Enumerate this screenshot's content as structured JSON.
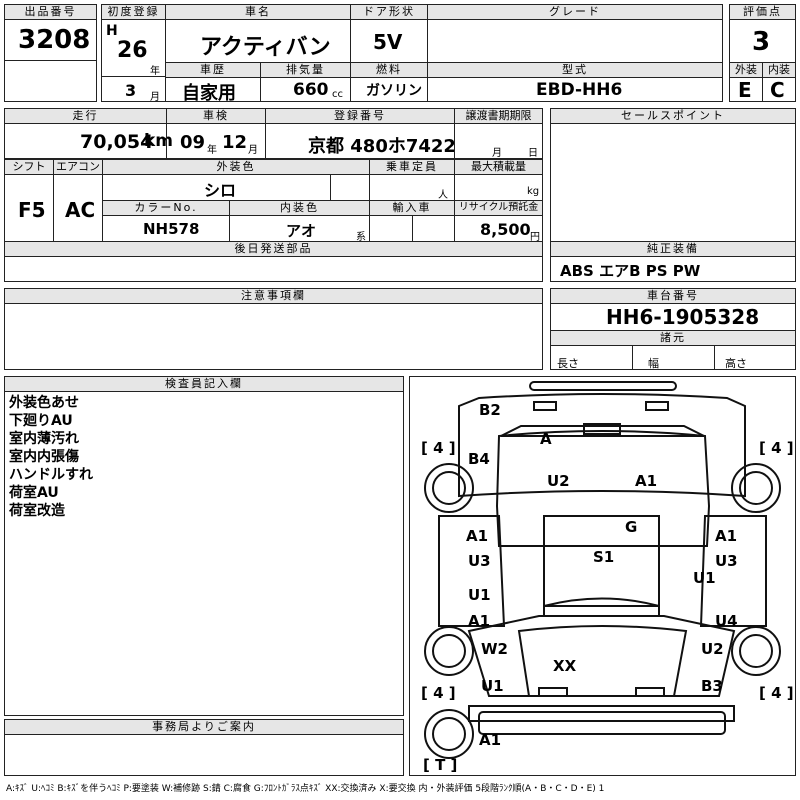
{
  "header": {
    "lot_label": "出品番号",
    "lot": "3208",
    "first_reg_label": "初度登録",
    "era": "H",
    "year": "26",
    "year_unit": "年",
    "month": "3",
    "month_unit": "月",
    "car_name_label": "車名",
    "car_name": "アクティバン",
    "door_label": "ドア形状",
    "door": "5V",
    "grade_label": "グレード",
    "grade": "",
    "score_label": "評価点",
    "score": "3",
    "history_label": "車歴",
    "history": "自家用",
    "displacement_label": "排気量",
    "displacement": "660",
    "cc": "cc",
    "fuel_label": "燃料",
    "fuel": "ガソリン",
    "model_label": "型式",
    "model": "EBD-HH6",
    "exterior_label": "外装",
    "exterior": "E",
    "interior_label": "内装",
    "interior": "C"
  },
  "row2": {
    "mileage_label": "走行",
    "mileage": "70,054",
    "km": "km",
    "inspection_label": "車検",
    "insp_year": "09",
    "insp_year_unit": "年",
    "insp_month": "12",
    "insp_month_unit": "月",
    "plate_label": "登録番号",
    "plate": "京都 480ホ7422",
    "transfer_label": "譲渡書期期限",
    "transfer_month_unit": "月",
    "transfer_day_unit": "日",
    "sales_points_label": "セールスポイント",
    "shift_label": "シフト",
    "shift": "F5",
    "ac_label": "エアコン",
    "ac": "AC",
    "ext_color_label": "外装色",
    "ext_color": "シロ",
    "capacity_label": "乗車定員",
    "capacity_unit": "人",
    "max_load_label": "最大積載量",
    "max_load_unit": "kg",
    "color_no_label": "カラーNo.",
    "color_no": "NH578",
    "int_color_label": "内装色",
    "int_color": "アオ",
    "int_unit": "系",
    "import_label": "輸入車",
    "recycle_label": "リサイクル預託金",
    "recycle": "8,500",
    "recycle_unit": "円"
  },
  "parts_label": "後日発送部品",
  "equipment_label": "純正装備",
  "equipment": "ABS エアB PS PW",
  "notes_label": "注意事項欄",
  "chassis_label": "車台番号",
  "chassis": "HH6-1905328",
  "spec_label": "諸元",
  "length_label": "長さ",
  "width_label": "幅",
  "height_label": "高さ",
  "inspector_label": "検査員記入欄",
  "inspector_notes": [
    "外装色あせ",
    "下廻りAU",
    "室内薄汚れ",
    "室内内張傷",
    "ハンドルすれ",
    "荷室AU",
    "荷室改造"
  ],
  "office_label": "事務局よりご案内",
  "diagram": {
    "tire_labels": [
      "[ 4 ]",
      "[ 4 ]",
      "[ 4 ]",
      "[ 4 ]",
      "[ T ]"
    ],
    "marks": [
      "B2",
      "A",
      "B4",
      "U2",
      "A1",
      "G",
      "A1",
      "U3",
      "A1",
      "U3",
      "S1",
      "U1",
      "U1",
      "A1",
      "U4",
      "W2",
      "U2",
      "XX",
      "U1",
      "B3",
      "A1"
    ]
  },
  "legend": "A:ｷｽﾞ U:ﾍｺﾐ B:ｷｽﾞを伴うﾍｺﾐ P:要塗装 W:補修跡 S:錆 C:腐食 G:ﾌﾛﾝﾄｶﾞﾗｽ点ｷｽﾞ XX:交換済み X:要交換 内・外装評価 5段階ﾗﾝｸ順(A・B・C・D・E) 1"
}
